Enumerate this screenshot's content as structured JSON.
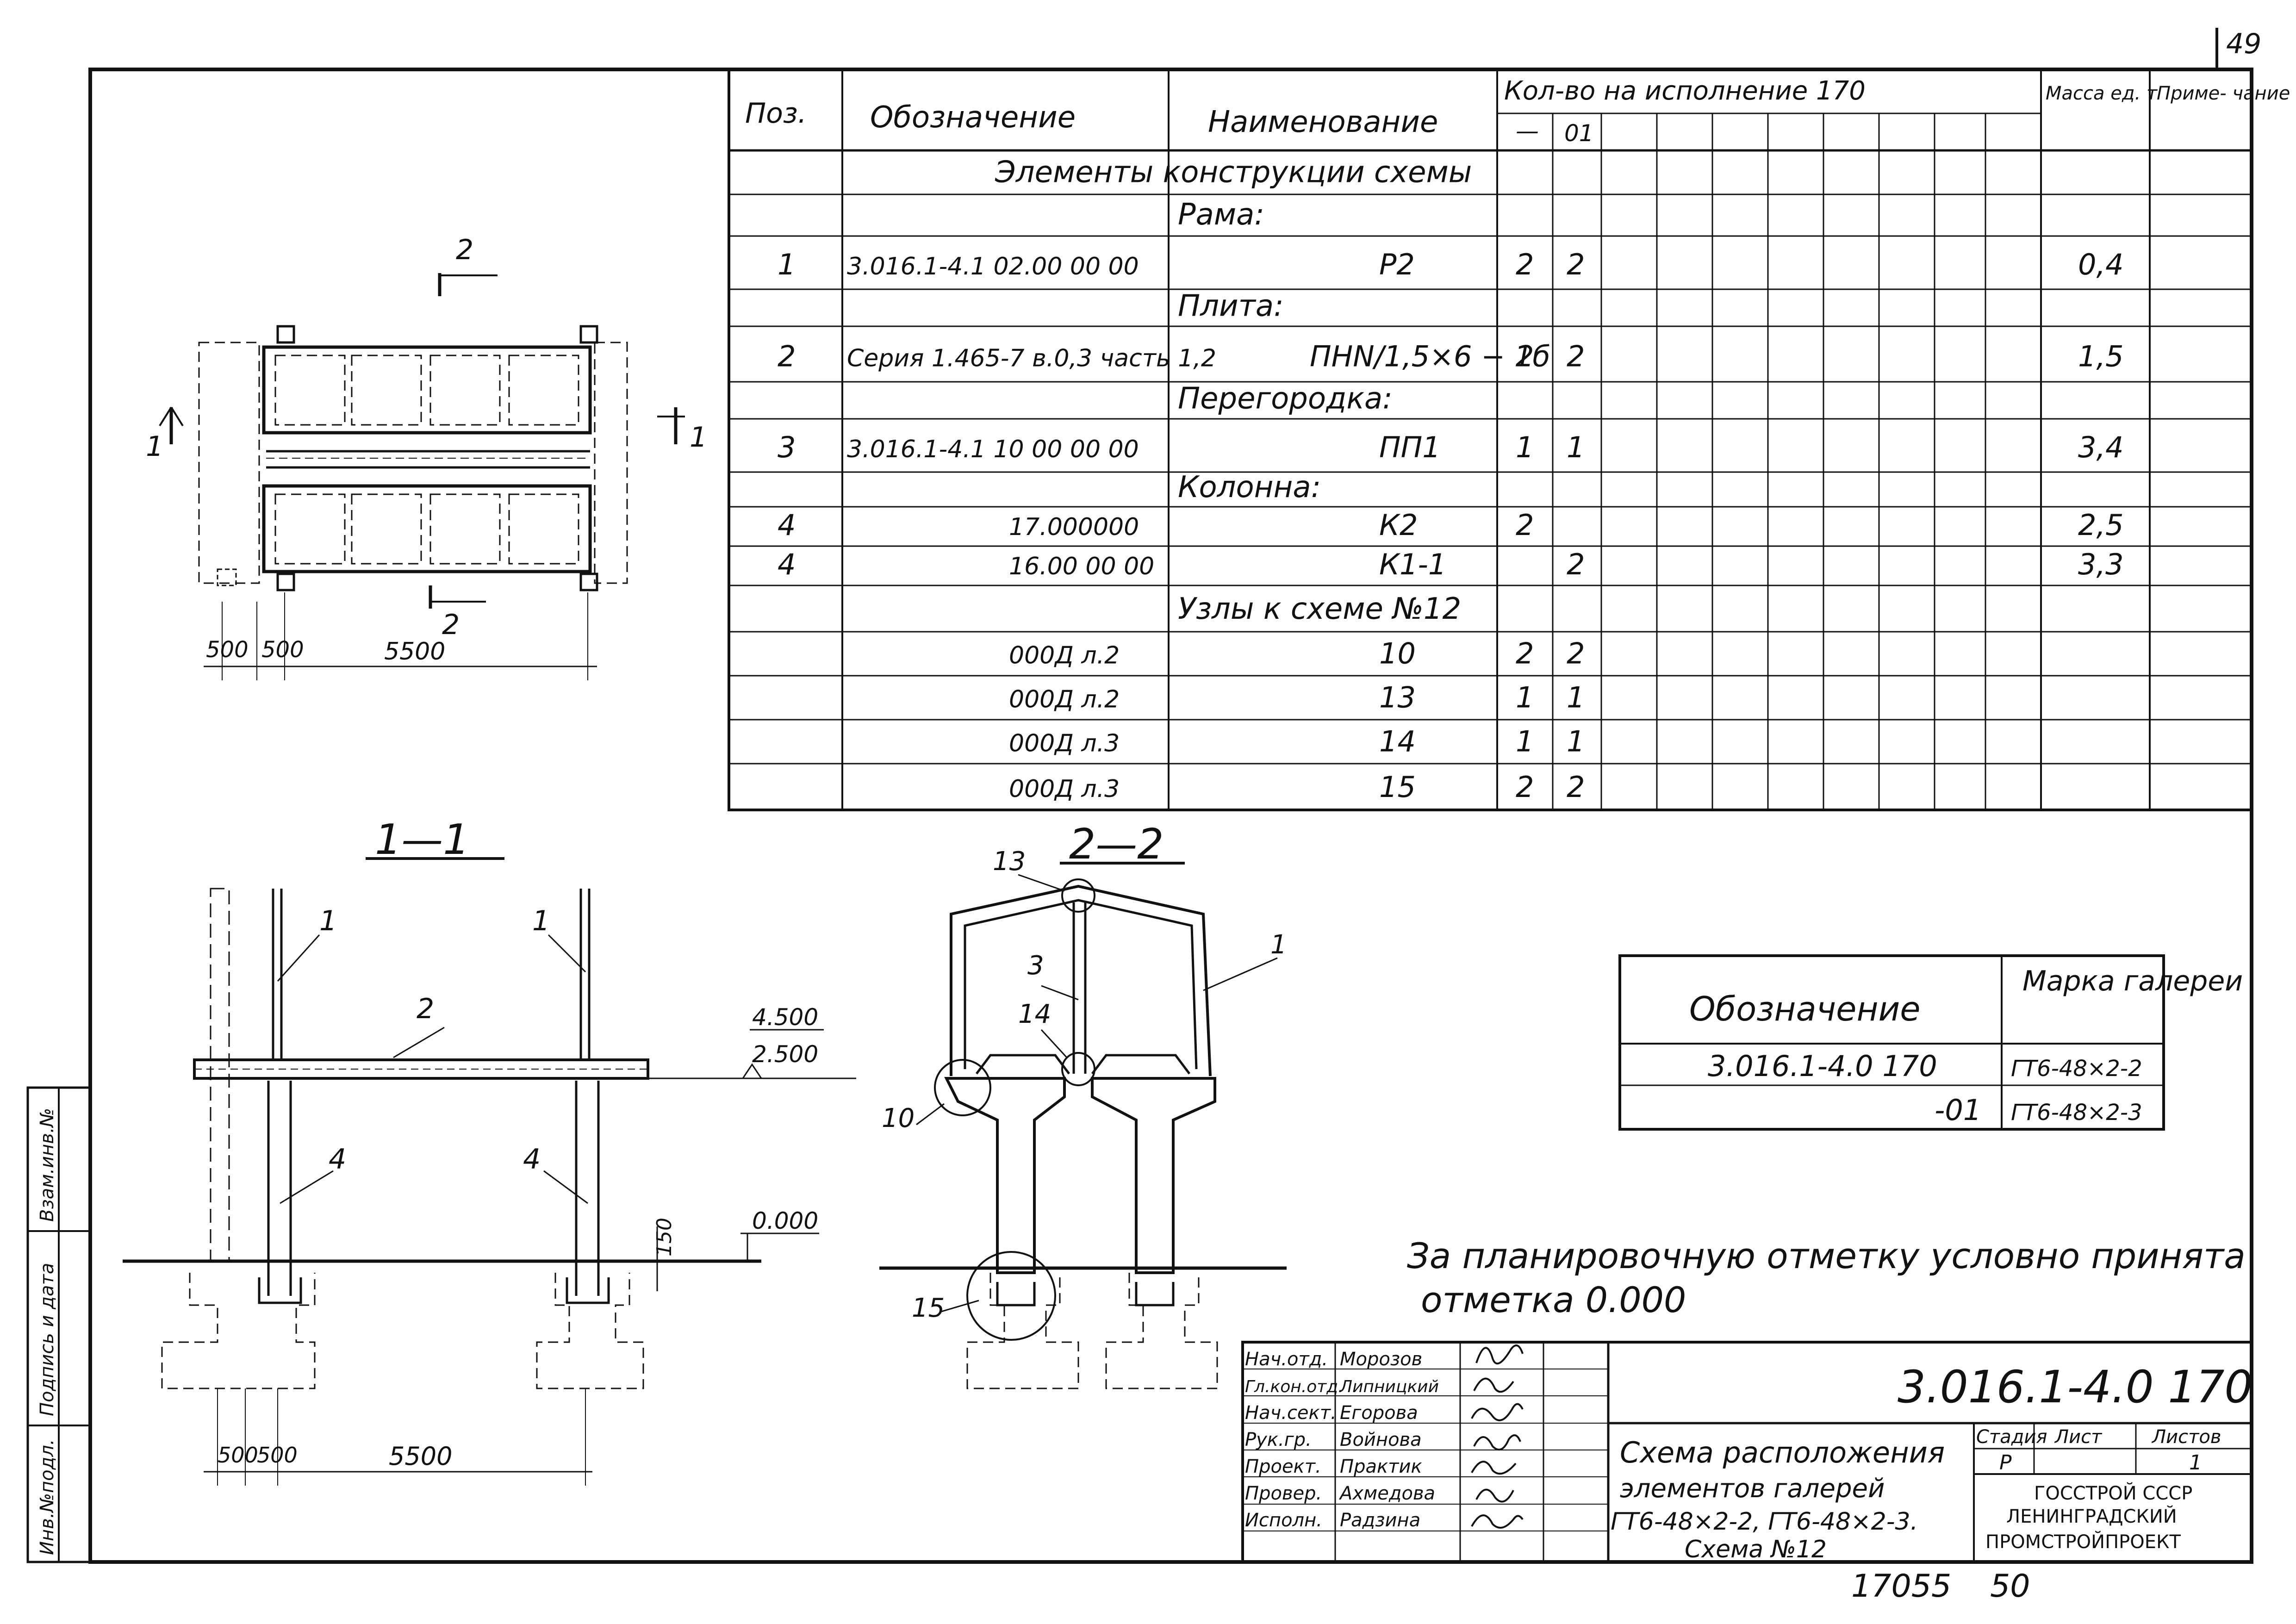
{
  "sheet": {
    "page_number": "49",
    "footer_left": "17055",
    "footer_right": "50"
  },
  "spec": {
    "headers": {
      "pos": "Поз.",
      "designation": "Обозначение",
      "name": "Наименование",
      "qty_title": "Кол-во на исполнение 170",
      "qty_a": "—",
      "qty_b": "01",
      "mass": "Масса ед. т",
      "note": "Приме- чание"
    },
    "rows": [
      {
        "pos": "",
        "designation": "",
        "name": "Элементы конструкции схемы",
        "qa": "",
        "qb": "",
        "mass": "",
        "section": true
      },
      {
        "pos": "",
        "designation": "",
        "name": "Рама:",
        "qa": "",
        "qb": "",
        "mass": "",
        "section": true
      },
      {
        "pos": "1",
        "designation": "3.016.1-4.1 02.00 00 00",
        "name": "Р2",
        "qa": "2",
        "qb": "2",
        "mass": "0,4"
      },
      {
        "pos": "",
        "designation": "",
        "name": "Плита:",
        "qa": "",
        "qb": "",
        "mass": "",
        "section": true
      },
      {
        "pos": "2",
        "designation": "Серия 1.465-7 в.0,3 часть 1,2",
        "name": "ПНN/1,5×6 − 1б",
        "qa": "2",
        "qb": "2",
        "mass": "1,5"
      },
      {
        "pos": "",
        "designation": "",
        "name": "Перегородка:",
        "qa": "",
        "qb": "",
        "mass": "",
        "section": true
      },
      {
        "pos": "3",
        "designation": "3.016.1-4.1 10 00 00 00",
        "name": "ПП1",
        "qa": "1",
        "qb": "1",
        "mass": "3,4"
      },
      {
        "pos": "",
        "designation": "",
        "name": "Колонна:",
        "qa": "",
        "qb": "",
        "mass": "",
        "section": true
      },
      {
        "pos": "4",
        "designation": "17.000000",
        "name": "К2",
        "qa": "2",
        "qb": "",
        "mass": "2,5"
      },
      {
        "pos": "4",
        "designation": "16.00 00 00",
        "name": "К1-1",
        "qa": "",
        "qb": "2",
        "mass": "3,3"
      },
      {
        "pos": "",
        "designation": "",
        "name": "Узлы к схеме №12",
        "qa": "",
        "qb": "",
        "mass": "",
        "section": true
      },
      {
        "pos": "",
        "designation": "000Д л.2",
        "name": "10",
        "qa": "2",
        "qb": "2",
        "mass": ""
      },
      {
        "pos": "",
        "designation": "000Д л.2",
        "name": "13",
        "qa": "1",
        "qb": "1",
        "mass": ""
      },
      {
        "pos": "",
        "designation": "000Д л.3",
        "name": "14",
        "qa": "1",
        "qb": "1",
        "mass": ""
      },
      {
        "pos": "",
        "designation": "000Д л.3",
        "name": "15",
        "qa": "2",
        "qb": "2",
        "mass": ""
      }
    ]
  },
  "marks_table": {
    "header_designation": "Обозначение",
    "header_mark": "Марка галереи",
    "rows": [
      {
        "designation": "3.016.1-4.0 170",
        "mark": "ГТ6-48×2-2"
      },
      {
        "designation": "-01",
        "mark": "ГТ6-48×2-3"
      }
    ]
  },
  "note": {
    "line1": "За планировочную отметку условно принята",
    "line2": "отметка 0.000"
  },
  "plan": {
    "cut_a": "2",
    "cut_b": "2",
    "cut_c": "1",
    "cut_d": "1",
    "dim_1": "500",
    "dim_2": "500",
    "dim_3": "5500"
  },
  "section_11": {
    "title": "1—1",
    "mark_1a": "1",
    "mark_1b": "1",
    "mark_2": "2",
    "mark_4a": "4",
    "mark_4b": "4",
    "elev_top": "4.500",
    "elev_mid": "2.500",
    "elev_zero": "0.000",
    "dim_150": "150",
    "dim_1": "500",
    "dim_2": "500",
    "dim_3": "5500"
  },
  "section_22": {
    "title": "2—2",
    "mark_13": "13",
    "mark_3": "3",
    "mark_1": "1",
    "mark_14": "14",
    "mark_10": "10",
    "mark_15": "15"
  },
  "title_block": {
    "code": "3.016.1-4.0 170",
    "roles": [
      "Нач.отд.",
      "Гл.кон.отд.",
      "Нач.сект.",
      "Рук.гр.",
      "Проект.",
      "Провер.",
      "Исполн."
    ],
    "names": [
      "Морозов",
      "Липницкий",
      "Егорова",
      "Войнова",
      "Практик",
      "Ахмедова",
      "Радзина"
    ],
    "desc_1": "Схема расположения",
    "desc_2": "элементов галерей",
    "desc_3": "ГТ6-48×2-2, ГТ6-48×2-3.",
    "desc_4": "Схема №12",
    "stage_label": "Стадия",
    "sheet_label": "Лист",
    "sheets_label": "Листов",
    "stage": "Р",
    "sheets": "1",
    "org_1": "ГОССТРОЙ СССР",
    "org_2": "ЛЕНИНГРАДСКИЙ",
    "org_3": "ПРОМСТРОЙПРОЕКТ"
  },
  "side_stamp": {
    "inv_orig": "Инв.№подл.",
    "sign_date": "Подпись и дата",
    "inv_new": "Взам.инв.№"
  }
}
